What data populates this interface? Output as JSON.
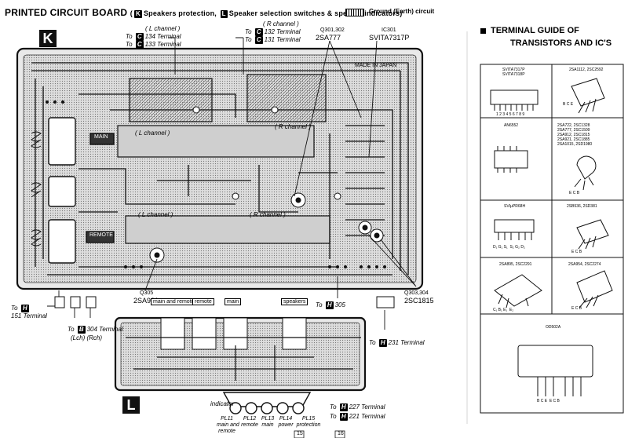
{
  "header": {
    "title": "PRINTED CIRCUIT BOARD",
    "k_badge": "K",
    "k_text": "Speakers protection,",
    "l_badge": "L",
    "l_text": "Speaker selection switches & speaker indicators)",
    "ground_text": "Ground (Earth) circuit"
  },
  "board_k": {
    "label": "K",
    "left_channel": "( L channel )",
    "right_channel": "( R channel )",
    "terminal_134": "134 Terminal",
    "terminal_133": "133 Terminal",
    "terminal_132": "132 Terminal",
    "terminal_131": "131 Terminal",
    "part_top_q": "Q301,302",
    "part_top_type": "2SA777",
    "ic_label": "IC301",
    "ic_type": "SVITA7317P",
    "made_in": "MADE IN JAPAN",
    "l_channel_mid": "( L channel )",
    "r_channel_mid": "( R channel )",
    "l_channel_low": "( L channel )",
    "r_channel_low": "( R channel )",
    "remote_label": "REMOTE",
    "main_label": "MAIN",
    "q305": "Q305",
    "q305_type": "2SA921",
    "q303": "Q303,304",
    "q303_type": "2SC1815",
    "to_h_151": "151 Terminal",
    "to_b_304": "304 Terminal",
    "lch_rch": "(Lch)   (Rch)",
    "to_h_305": "305",
    "to_h_231": "231 Terminal"
  },
  "board_l": {
    "label": "L",
    "sections": [
      "main and remote",
      "remote",
      "main",
      "speakers"
    ],
    "indicator_title": "indicator",
    "indicators": [
      "PL11\nmain and\nremote",
      "PL12\nremote",
      "PL13\nmain",
      "PL14\npower",
      "PL15\nprotection"
    ],
    "to_h_227": "227 Terminal",
    "to_h_221": "221 Terminal",
    "page_15": "15",
    "page_16": "16"
  },
  "terminal_guide": {
    "title_line1": "TERMINAL GUIDE OF",
    "title_line2": "TRANSISTORS AND IC'S",
    "cells": [
      {
        "text": "SVITA7317P\nSVITA7318P",
        "pins": "1 2 3 4 5 6 7 8 9"
      },
      {
        "text": "2SA1112, 2SC2592",
        "pins": "B C E"
      },
      {
        "text": "AN6552",
        "pins": ""
      },
      {
        "text": "2SA722, 2SC1328\n2SA777, 2SC1509\n2SA912, 2SC1815\n2SA921, 2SC1885\n2SA1015, 2SD1980",
        "pins": "E C B"
      },
      {
        "text": "SVIμPR68H",
        "pins": "D₁ G₁ S₁  S₂ G₂ D₂"
      },
      {
        "text": "2SB536, 2SD381",
        "pins": "E C B"
      },
      {
        "text": "2SA895, 2SC2291",
        "pins": "C₁ B₁ E₁  E₂"
      },
      {
        "text": "2SA954, 2SC2274",
        "pins": "E C B"
      },
      {
        "text": "OD502A",
        "pins": "B C E  E C B"
      }
    ]
  }
}
